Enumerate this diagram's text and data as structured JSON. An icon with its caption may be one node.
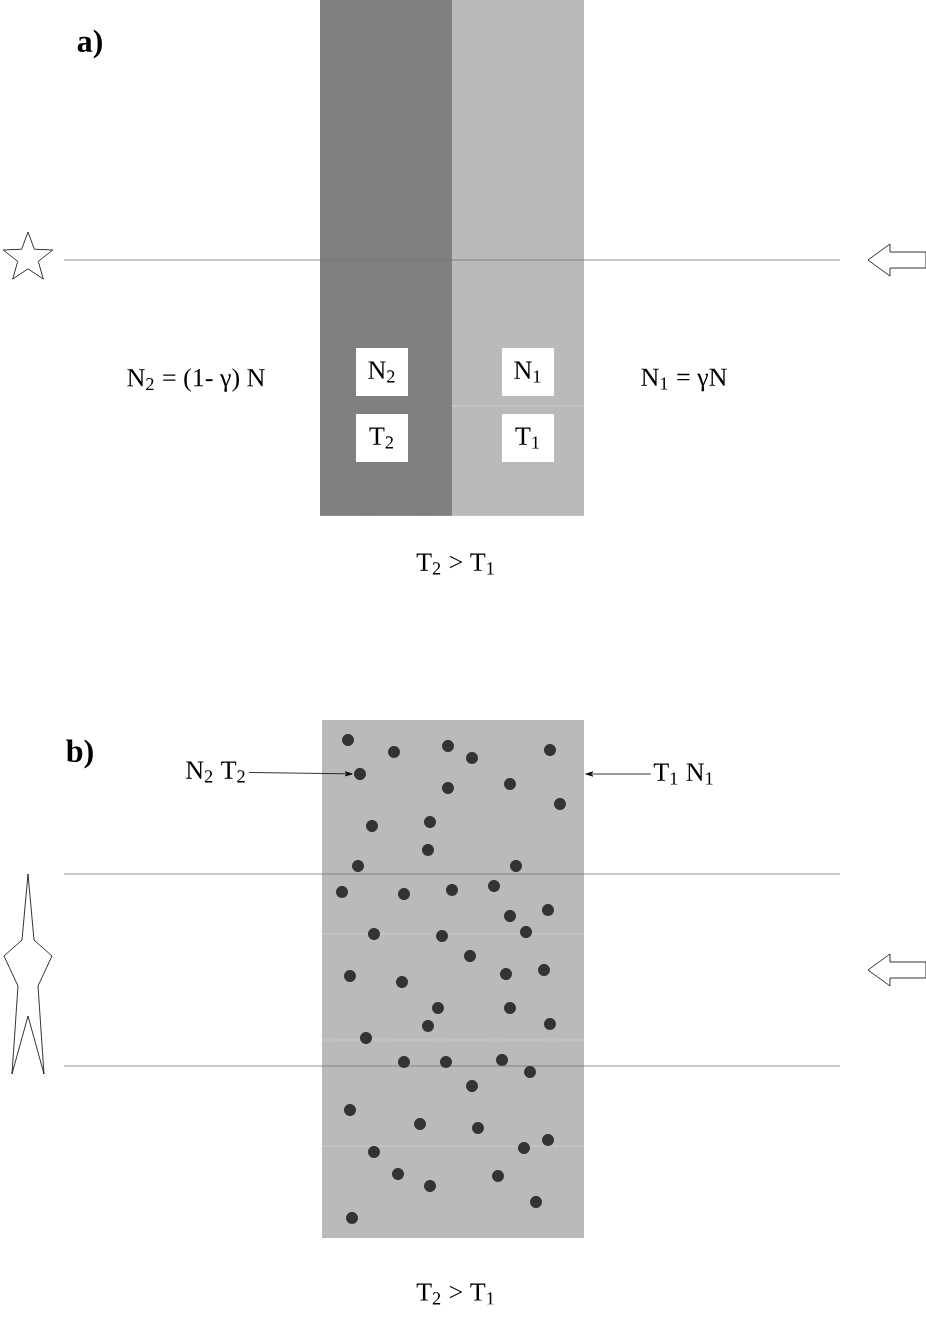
{
  "diagram": {
    "nodes": [
      {
        "text": [
          "N$_{2}$  T$_{2}$"
        ]
      },
      {
        "text": [],
        "shape": "box"
      },
      {
        "text": [],
        "shape": "circle",
        "in": 1
      },
      {
        "text": [
          "T$_{1}$  N$_{1}$"
        ]
      }
    ],
    "edges": [
      {
        "from": 0,
        "to": 2,
        "arrow": "to"
      },
      {
        "from": 3,
        "to": 1,
        "arrow": "to"
      }
    ],
    "labels": [
      "a)",
      "N$_{2}$ = (1- γ) N",
      "N$_{2}$",
      "N$_{1}$",
      "N$_{1}$ = γN",
      "T$_{2}$",
      "T$_{1}$",
      "T$_{2}$ > T$_{1}$",
      "b)",
      "T$_{2}$ > T$_{1}$"
    ]
  }
}
